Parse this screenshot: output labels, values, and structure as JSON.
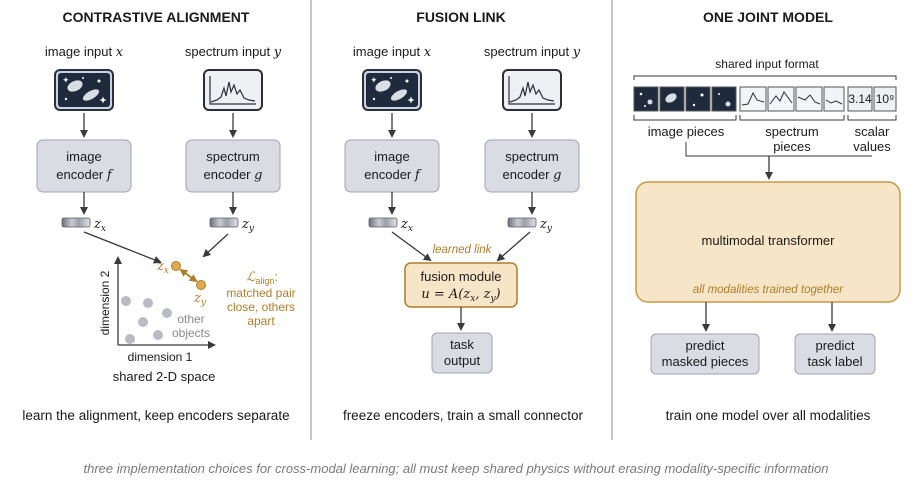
{
  "panels": [
    {
      "title": "CONTRASTIVE ALIGNMENT",
      "image_input": "image input",
      "image_var": "x",
      "spectrum_input": "spectrum input",
      "spectrum_var": "y",
      "image_encoder_line1": "image",
      "image_encoder_line2": "encoder",
      "image_encoder_fn": "f",
      "spectrum_encoder_line1": "spectrum",
      "spectrum_encoder_line2": "encoder",
      "spectrum_encoder_fn": "g",
      "zx": "z",
      "zx_sub": "x",
      "zy": "z",
      "zy_sub": "y",
      "axis_y": "dimension 2",
      "axis_x": "dimension 1",
      "space_label": "shared 2-D space",
      "other_objects_1": "other",
      "other_objects_2": "objects",
      "loss_symbol": "ℒ",
      "loss_sub": "align",
      "loss_colon": ":",
      "loss_desc_1": "matched pair",
      "loss_desc_2": "close, others",
      "loss_desc_3": "apart",
      "bottom": "learn the alignment, keep encoders separate"
    },
    {
      "title": "FUSION LINK",
      "image_input": "image input",
      "image_var": "x",
      "spectrum_input": "spectrum input",
      "spectrum_var": "y",
      "image_encoder_line1": "image",
      "image_encoder_line2": "encoder",
      "image_encoder_fn": "f",
      "spectrum_encoder_line1": "spectrum",
      "spectrum_encoder_line2": "encoder",
      "spectrum_encoder_fn": "g",
      "learned_link": "learned link",
      "fusion_title": "fusion module",
      "fusion_formula": "u = A(z",
      "task_output_1": "task",
      "task_output_2": "output",
      "bottom": "freeze encoders, train a small connector"
    },
    {
      "title": "ONE JOINT MODEL",
      "shared_format": "shared input format",
      "scalar_1": "3.14",
      "scalar_2": "10⁹",
      "image_pieces": "image pieces",
      "spectrum_pieces_1": "spectrum",
      "spectrum_pieces_2": "pieces",
      "scalar_values_1": "scalar",
      "scalar_values_2": "values",
      "transformer": "multimodal transformer",
      "trained_together": "all modalities trained together",
      "predict_masked_1": "predict",
      "predict_masked_2": "masked pieces",
      "predict_task_1": "predict",
      "predict_task_2": "task label",
      "bottom": "train one model over all modalities"
    }
  ],
  "caption": "three implementation choices for cross-modal learning; all must keep shared physics without erasing modality-specific information",
  "colors": {
    "accent": "#b07d2a",
    "box_fill": "#d9dce3",
    "cream": "#f6e5c6"
  }
}
